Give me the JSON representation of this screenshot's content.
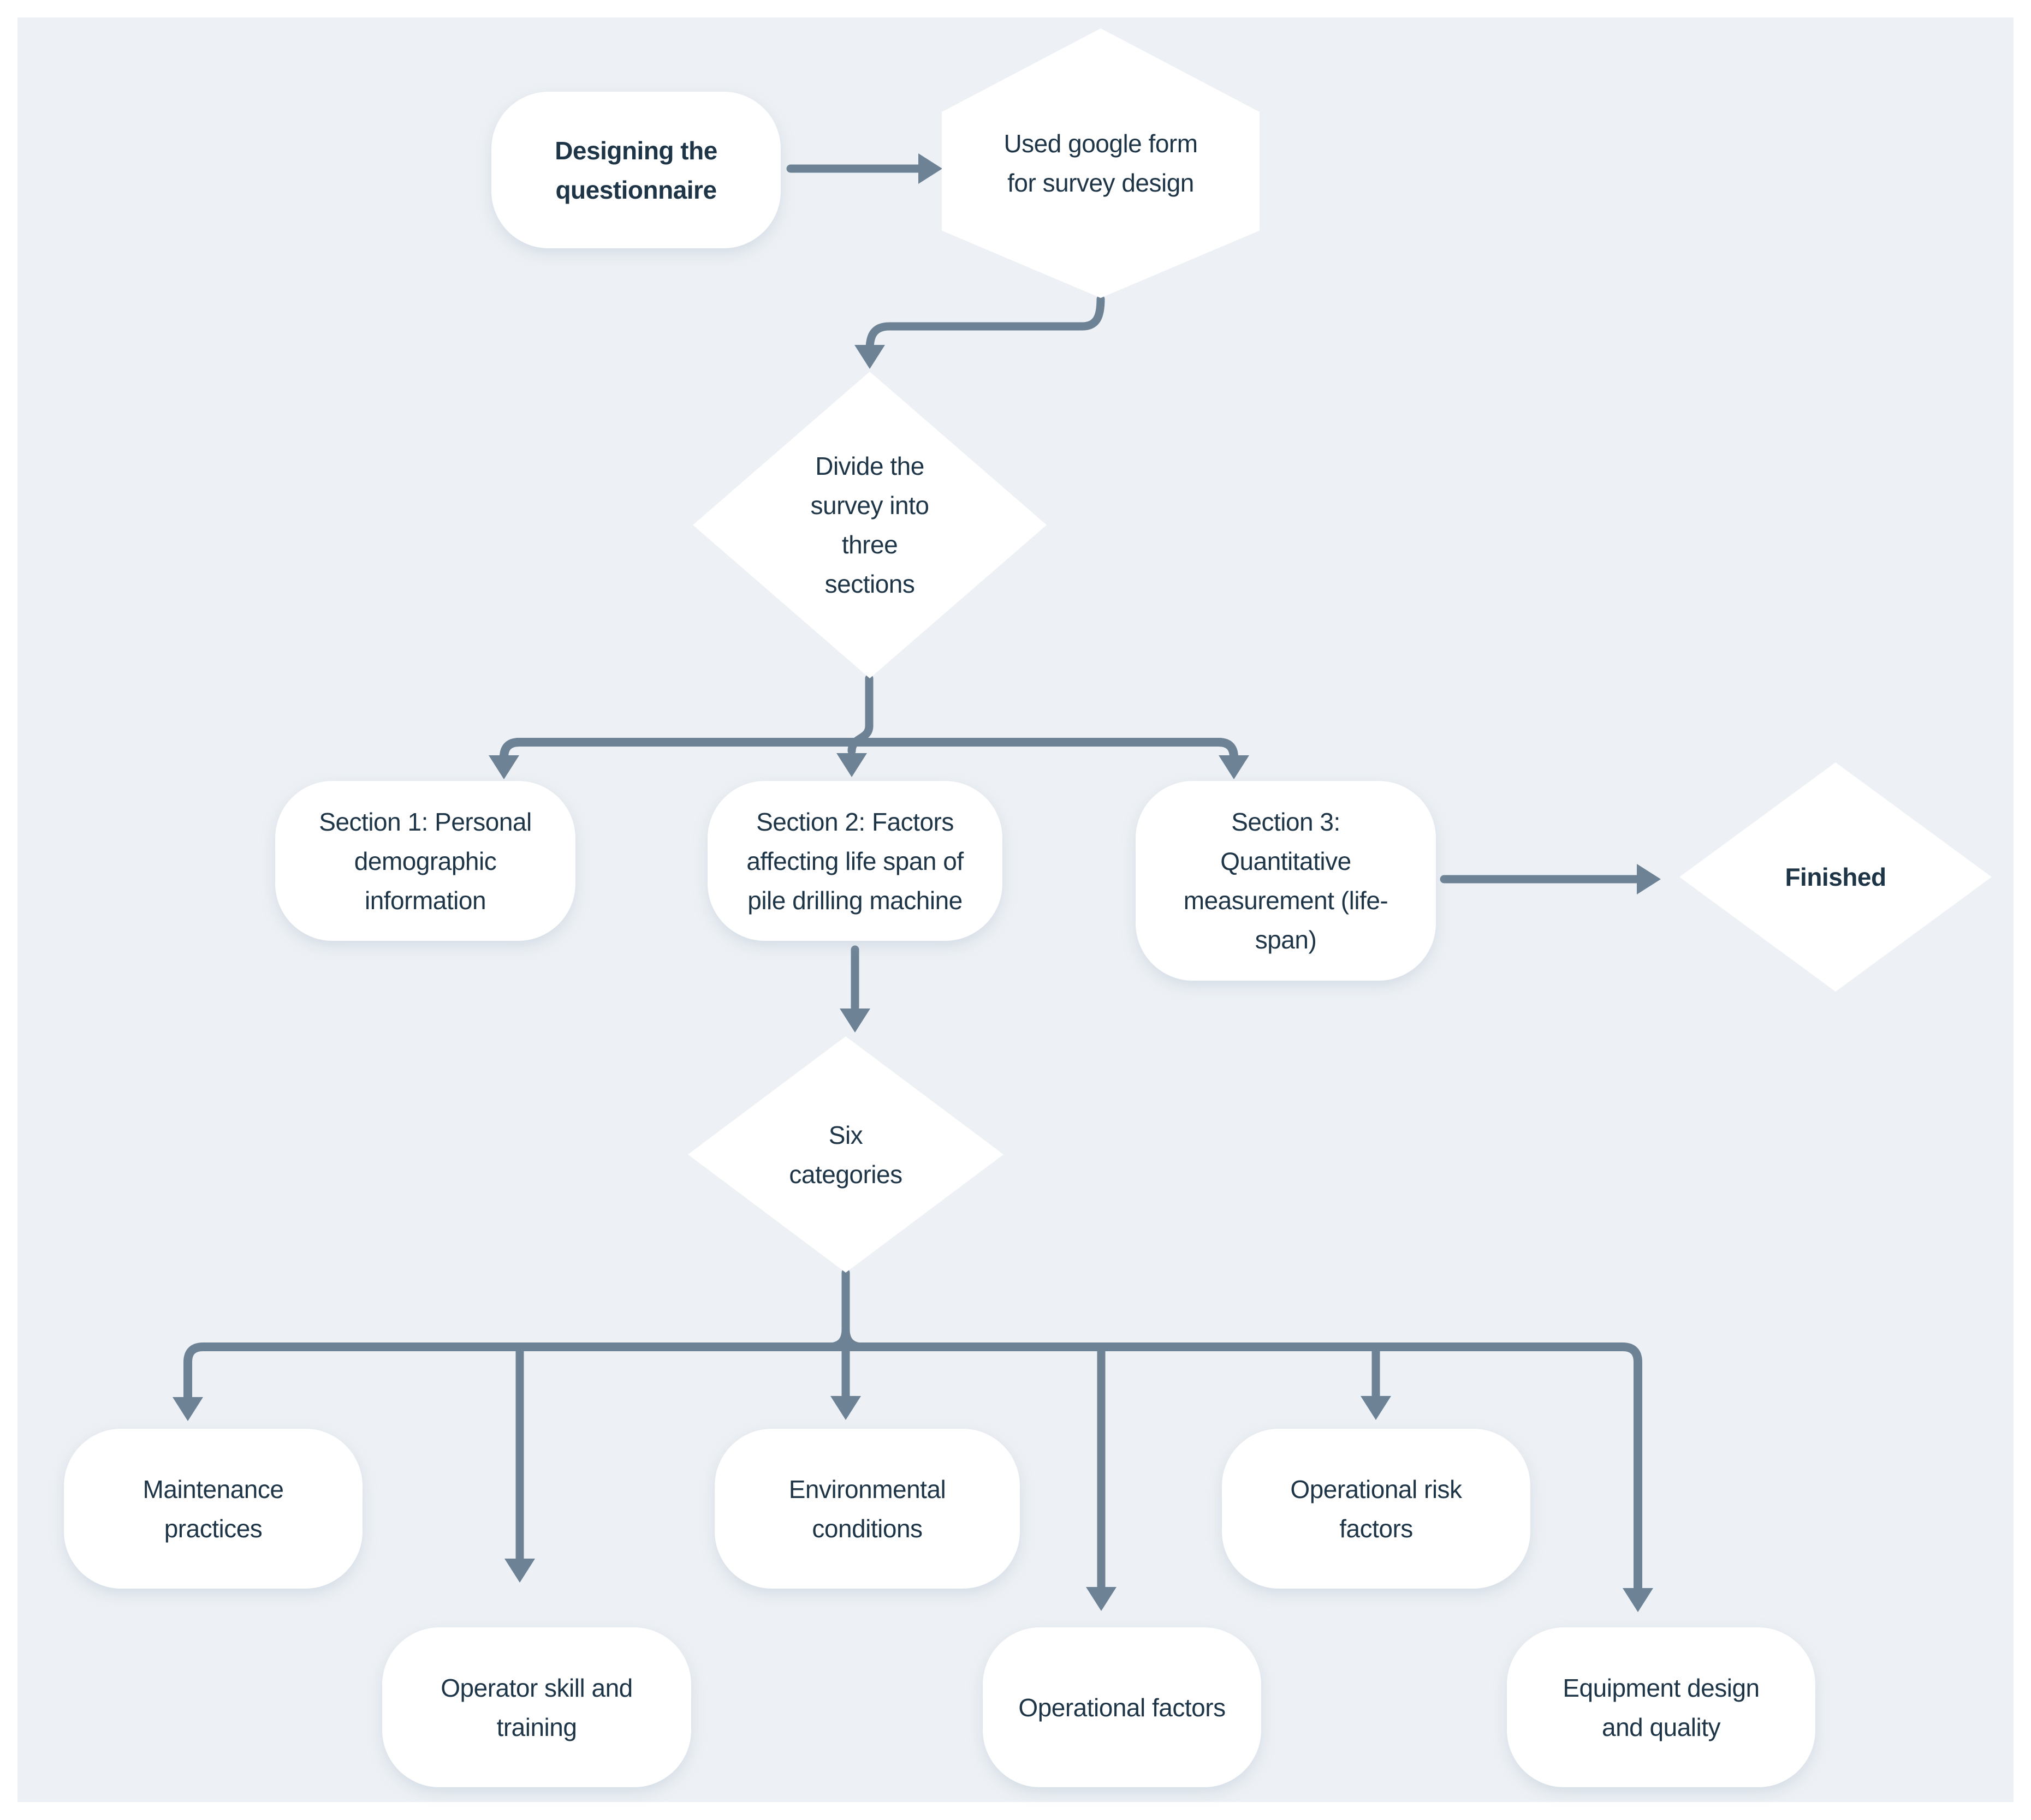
{
  "theme": {
    "page_bg": "#ffffff",
    "canvas_bg": "#edf1f5",
    "line_color": "#6d8395",
    "text_color": "#1e3547",
    "node_fill": "#ffffff"
  },
  "flowchart": {
    "nodes": {
      "designing": {
        "label": "Designing the\nquestionnaire",
        "shape": "rounded-rectangle",
        "emphasis": "bold"
      },
      "google_form": {
        "label": "Used google form\nfor survey design",
        "shape": "hexagon",
        "emphasis": "regular"
      },
      "divide": {
        "label": "Divide the\nsurvey into\nthree\nsections",
        "shape": "diamond",
        "emphasis": "regular"
      },
      "section1": {
        "label": "Section 1: Personal\ndemographic\ninformation",
        "shape": "rounded-rectangle",
        "emphasis": "regular"
      },
      "section2": {
        "label": "Section 2: Factors\naffecting life span of\npile drilling machine",
        "shape": "rounded-rectangle",
        "emphasis": "regular"
      },
      "section3": {
        "label": "Section 3:\nQuantitative\nmeasurement (life-\nspan)",
        "shape": "rounded-rectangle",
        "emphasis": "regular"
      },
      "finished": {
        "label": "Finished",
        "shape": "diamond",
        "emphasis": "bold"
      },
      "maintenance": {
        "label": "Maintenance\npractices",
        "shape": "rounded-rectangle",
        "emphasis": "regular"
      },
      "operator_skill": {
        "label": "Operator skill and\ntraining",
        "shape": "rounded-rectangle",
        "emphasis": "regular"
      },
      "environmental": {
        "label": "Environmental\nconditions",
        "shape": "rounded-rectangle",
        "emphasis": "regular"
      },
      "operational_factors": {
        "label": "Operational factors",
        "shape": "rounded-rectangle",
        "emphasis": "regular"
      },
      "operational_risk": {
        "label": "Operational risk\nfactors",
        "shape": "rounded-rectangle",
        "emphasis": "regular"
      },
      "equipment": {
        "label": "Equipment design\nand quality",
        "shape": "rounded-rectangle",
        "emphasis": "regular"
      }
    },
    "edges": [
      "designing -> google_form",
      "google_form -> divide",
      "divide -> section1",
      "divide -> section2",
      "divide -> section3",
      "section3 -> finished",
      "section2 -> six_categories",
      "six_categories -> maintenance",
      "six_categories -> operator_skill",
      "six_categories -> environmental",
      "six_categories -> operational_factors",
      "six_categories -> operational_risk",
      "six_categories -> equipment"
    ],
    "six_categories_node": {
      "label": "Six\ncategories",
      "shape": "diamond",
      "emphasis": "regular"
    }
  }
}
